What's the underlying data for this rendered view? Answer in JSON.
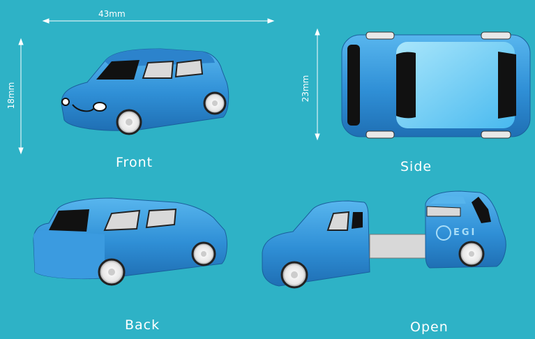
{
  "views": {
    "front_label": "Front",
    "side_label": "Side",
    "back_label": "Back",
    "open_label": "Open"
  },
  "dimensions": {
    "length": "43mm",
    "height": "18mm",
    "width": "23mm"
  },
  "colors": {
    "background": "#2eb2c6",
    "body": "#2f8fd6",
    "body_light": "#7fd0f2",
    "window": "#111111",
    "usb_plug": "#d8d8d8"
  },
  "logo_text": "EGI"
}
